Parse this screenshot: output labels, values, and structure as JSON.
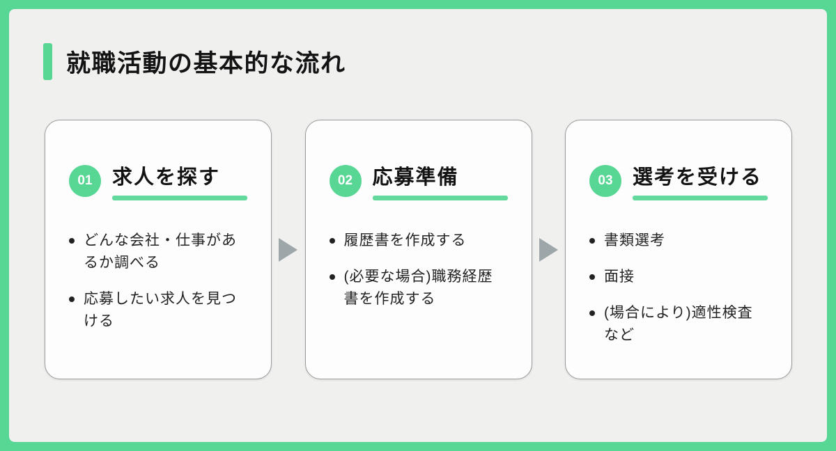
{
  "page": {
    "title": "就職活動の基本的な流れ"
  },
  "colors": {
    "accent_green": "#57d694",
    "underline_green": "#63d99e",
    "background": "#f0f0ef",
    "card_background": "#fdfdfd",
    "card_border": "#9b9b9b",
    "arrow_gray": "#9da6a9",
    "text_dark": "#131313"
  },
  "icons": {
    "between_cards": "arrow-right-icon"
  },
  "steps": [
    {
      "number": "01",
      "title": "求人を探す",
      "bullets": [
        "どんな会社・仕事があるか調べる",
        "応募したい求人を見つける"
      ]
    },
    {
      "number": "02",
      "title": "応募準備",
      "bullets": [
        "履歴書を作成する",
        "(必要な場合)職務経歴書を作成する"
      ]
    },
    {
      "number": "03",
      "title": "選考を受ける",
      "bullets": [
        "書類選考",
        "面接",
        "(場合により)適性検査など"
      ]
    }
  ]
}
